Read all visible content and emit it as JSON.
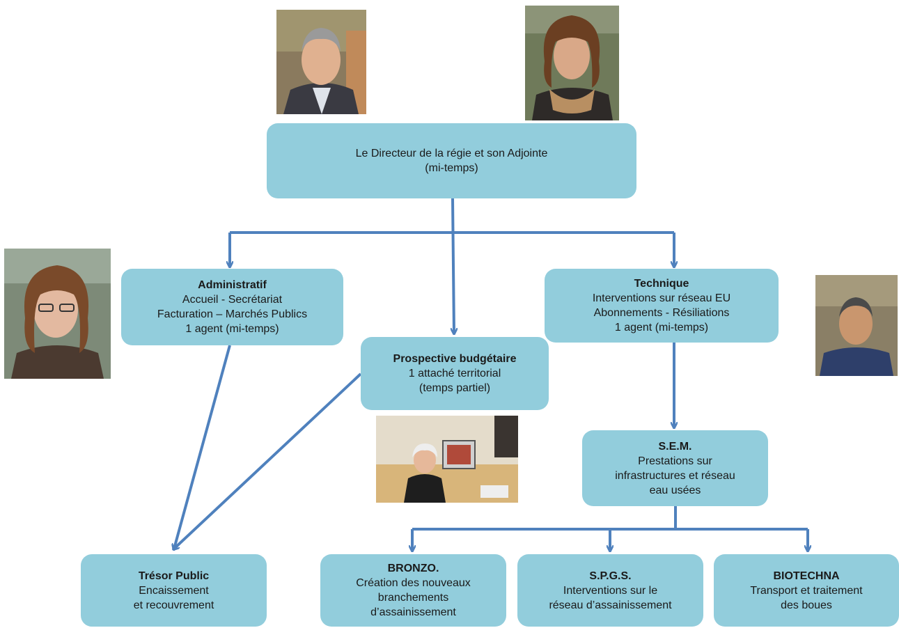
{
  "director": {
    "lines": [
      "Le Directeur de la régie et son Adjointe",
      "(mi-temps)"
    ]
  },
  "administratif": {
    "title": "Administratif",
    "lines": [
      "Accueil - Secrétariat",
      "Facturation – Marchés Publics",
      "1 agent (mi-temps)"
    ]
  },
  "technique": {
    "title": "Technique",
    "lines": [
      "Interventions  sur réseau EU",
      "Abonnements   -  Résiliations",
      "1 agent (mi-temps)"
    ]
  },
  "prospective": {
    "title": "Prospective  budgétaire",
    "lines": [
      "1 attaché territorial",
      "(temps partiel)"
    ]
  },
  "sem": {
    "title": "S.E.M.",
    "lines": [
      "Prestations sur",
      "infrastructures et réseau",
      "eau usées"
    ]
  },
  "tresor": {
    "title": "Trésor Public",
    "lines": [
      "Encaissement",
      "et recouvrement"
    ]
  },
  "bronzo": {
    "title": "BRONZO.",
    "lines": [
      "Création des nouveaux",
      "branchements",
      "d’assainissement"
    ]
  },
  "spgs": {
    "title": "S.P.G.S.",
    "lines": [
      "Interventions sur le",
      "réseau d’assainissement"
    ]
  },
  "biotechna": {
    "title": "BIOTECHNA",
    "lines": [
      "Transport et traitement",
      "des boues"
    ]
  },
  "colors": {
    "box_fill": "#92cddc",
    "connector": "#4f81bd"
  }
}
